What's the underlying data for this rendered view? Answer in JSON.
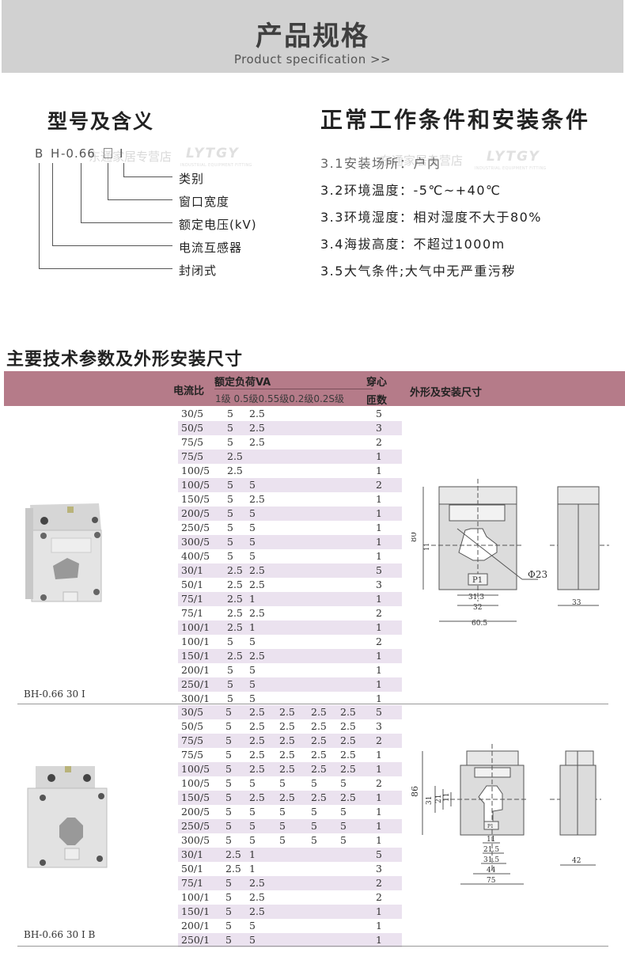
{
  "banner": {
    "title": "产品规格",
    "subtitle": "Product specification >>"
  },
  "model": {
    "title": "型号及含义",
    "code": {
      "b": "B",
      "h": "H",
      "voltage": "-0.66",
      "box": "",
      "type": "I"
    },
    "watermark_text": "东通家居专营店",
    "watermark_logo": "LYTGY",
    "watermark_sub": "INDUSTRIAL EQUIPMENT FITTING",
    "legend": [
      "类别",
      "窗口宽度",
      "额定电压(kV)",
      "电流互感器",
      "封闭式"
    ]
  },
  "conditions": {
    "title": "正常工作条件和安装条件",
    "items": [
      "3.1安装场所：户内",
      "3.2环境温度：-5℃~+40℃",
      "3.3环境湿度：相对湿度不大于80%",
      "3.4海拔高度：不超过1000m",
      "3.5大气条件;大气中无严重污秽"
    ]
  },
  "specs": {
    "title": "主要技术参数及外形安装尺寸",
    "header": {
      "ratio": "电流比",
      "load": "额定负荷VA",
      "classes": "1级 0.5级0.55级0.2级0.2S级",
      "turns_top": "穿心",
      "turns_bottom": "匝数",
      "dims": "外形及安装尺寸"
    },
    "groups": [
      {
        "model": "BH-0.66 30 I",
        "rows": [
          [
            "30/5",
            "5",
            "2.5",
            "",
            "",
            "",
            "5"
          ],
          [
            "50/5",
            "5",
            "2.5",
            "",
            "",
            "",
            "3"
          ],
          [
            "75/5",
            "5",
            "2.5",
            "",
            "",
            "",
            "2"
          ],
          [
            "75/5",
            "2.5",
            "",
            "",
            "",
            "",
            "1"
          ],
          [
            "100/5",
            "2.5",
            "",
            "",
            "",
            "",
            "1"
          ],
          [
            "100/5",
            "5",
            "5",
            "",
            "",
            "",
            "2"
          ],
          [
            "150/5",
            "5",
            "2.5",
            "",
            "",
            "",
            "1"
          ],
          [
            "200/5",
            "5",
            "5",
            "",
            "",
            "",
            "1"
          ],
          [
            "250/5",
            "5",
            "5",
            "",
            "",
            "",
            "1"
          ],
          [
            "300/5",
            "5",
            "5",
            "",
            "",
            "",
            "1"
          ],
          [
            "400/5",
            "5",
            "5",
            "",
            "",
            "",
            "1"
          ],
          [
            "30/1",
            "2.5",
            "2.5",
            "",
            "",
            "",
            "5"
          ],
          [
            "50/1",
            "2.5",
            "2.5",
            "",
            "",
            "",
            "3"
          ],
          [
            "75/1",
            "2.5",
            "1",
            "",
            "",
            "",
            "1"
          ],
          [
            "75/1",
            "2.5",
            "2.5",
            "",
            "",
            "",
            "2"
          ],
          [
            "100/1",
            "2.5",
            "1",
            "",
            "",
            "",
            "1"
          ],
          [
            "100/1",
            "5",
            "5",
            "",
            "",
            "",
            "2"
          ],
          [
            "150/1",
            "2.5",
            "2.5",
            "",
            "",
            "",
            "1"
          ],
          [
            "200/1",
            "5",
            "5",
            "",
            "",
            "",
            "1"
          ],
          [
            "250/1",
            "5",
            "5",
            "",
            "",
            "",
            "1"
          ],
          [
            "300/1",
            "5",
            "5",
            "",
            "",
            "",
            "1"
          ]
        ],
        "drawing": {
          "height": "80",
          "window": "11",
          "diameter": "Φ23",
          "w1": "31.3",
          "w2": "32",
          "w3": "60.5",
          "depth": "33",
          "plate": "P1"
        }
      },
      {
        "model": "BH-0.66 30 I B",
        "rows": [
          [
            "30/5",
            "5",
            "2.5",
            "2.5",
            "2.5",
            "2.5",
            "5"
          ],
          [
            "50/5",
            "5",
            "2.5",
            "2.5",
            "2.5",
            "2.5",
            "3"
          ],
          [
            "75/5",
            "5",
            "2.5",
            "2.5",
            "2.5",
            "2.5",
            "2"
          ],
          [
            "75/5",
            "5",
            "2.5",
            "2.5",
            "2.5",
            "2.5",
            "1"
          ],
          [
            "100/5",
            "5",
            "2.5",
            "2.5",
            "2.5",
            "2.5",
            "1"
          ],
          [
            "100/5",
            "5",
            "5",
            "5",
            "5",
            "5",
            "2"
          ],
          [
            "150/5",
            "5",
            "2.5",
            "2.5",
            "2.5",
            "2.5",
            "1"
          ],
          [
            "200/5",
            "5",
            "5",
            "5",
            "5",
            "5",
            "1"
          ],
          [
            "250/5",
            "5",
            "5",
            "5",
            "5",
            "5",
            "1"
          ],
          [
            "300/5",
            "5",
            "5",
            "5",
            "5",
            "5",
            "1"
          ],
          [
            "30/1",
            "2.5",
            "1",
            "",
            "",
            "",
            "5"
          ],
          [
            "50/1",
            "2.5",
            "1",
            "",
            "",
            "",
            "3"
          ],
          [
            "75/1",
            "5",
            "2.5",
            "",
            "",
            "",
            "2"
          ],
          [
            "100/1",
            "5",
            "2.5",
            "",
            "",
            "",
            "2"
          ],
          [
            "150/1",
            "5",
            "2.5",
            "",
            "",
            "",
            "1"
          ],
          [
            "200/1",
            "5",
            "5",
            "",
            "",
            "",
            "1"
          ],
          [
            "250/1",
            "5",
            "5",
            "",
            "",
            "",
            "1"
          ]
        ],
        "drawing": {
          "height": "86",
          "v1": "31",
          "v2": "21",
          "v3": "11",
          "w1": "11",
          "w2": "21.5",
          "w3": "31.5",
          "w4": "44",
          "w5": "75",
          "depth": "42",
          "plate": "P1"
        }
      }
    ]
  },
  "colors": {
    "banner": "#d1d1d1",
    "header": "#b57b89",
    "row_alt": "#ebe2ef"
  }
}
